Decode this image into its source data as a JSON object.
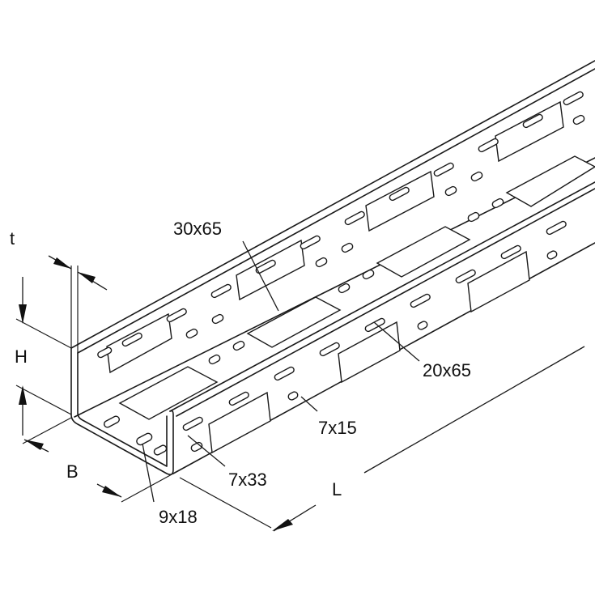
{
  "dimensions": {
    "thickness": "t",
    "height": "H",
    "width": "B",
    "length": "L"
  },
  "holes": {
    "large_side": "30x65",
    "large_base": "20x65",
    "slot_7x15": "7x15",
    "slot_7x33": "7x33",
    "slot_9x18": "9x18"
  },
  "colors": {
    "line": "#1a1a1a",
    "background": "#ffffff"
  }
}
